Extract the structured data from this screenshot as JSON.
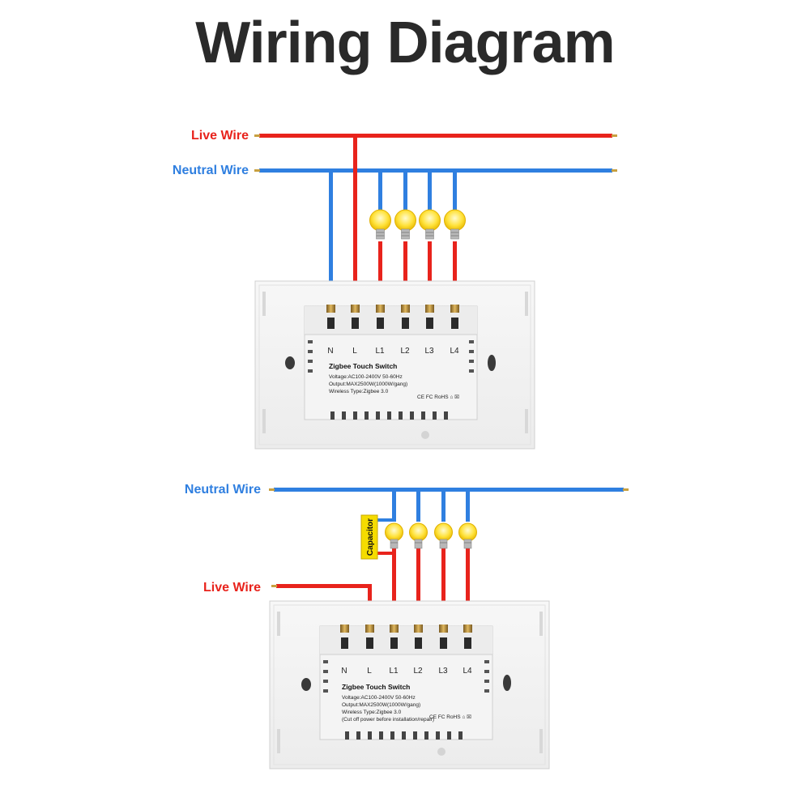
{
  "title": "Wiring Diagram",
  "colors": {
    "live": "#e8231c",
    "neutral": "#2f7fe0",
    "title": "#2a2a2a",
    "bulb": "#ffe23a",
    "capacitor": "#f5dc00"
  },
  "diagram1": {
    "live_label": "Live Wire",
    "neutral_label": "Neutral Wire",
    "terminals": [
      "N",
      "L",
      "L1",
      "L2",
      "L3",
      "L4"
    ],
    "product_title": "Zigbee Touch Switch",
    "spec_lines": [
      "Voltage:AC100-2400V  50-60Hz",
      "Output:MAX2500W(1000W/gang)",
      "Wireless Type:Zigbee 3.0"
    ],
    "marks": "СЕ FC RoHS ⌂ ☒",
    "bulbs": 4
  },
  "diagram2": {
    "neutral_label": "Neutral Wire",
    "live_label": "Live Wire",
    "capacitor_label": "Capacitor",
    "terminals": [
      "N",
      "L",
      "L1",
      "L2",
      "L3",
      "L4"
    ],
    "product_title": "Zigbee Touch Switch",
    "spec_lines": [
      "Voltage:AC100-2400V  50-60Hz",
      "Output:MAX2500W(1000W/gang)",
      "Wireless Type:Zigbee 3.0",
      "(Cut off power before installation/repair)"
    ],
    "marks": "СЕ FC RoHS ⌂ ☒",
    "bulbs": 4
  }
}
